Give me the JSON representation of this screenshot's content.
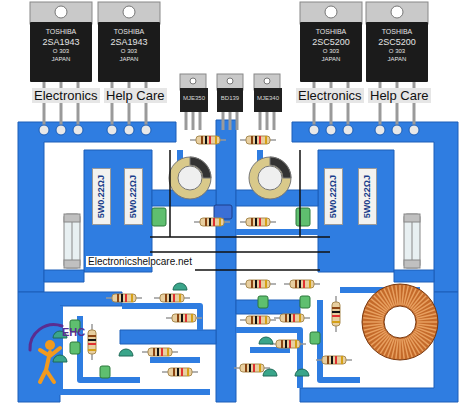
{
  "diagram": {
    "nodes": [
      {
        "text": [
          "TOSHIBA",
          "2SA1943",
          "O 303",
          "JAPAN"
        ]
      },
      {
        "text": [
          "TOSHIBA",
          "2SA1943",
          "O 303",
          "JAPAN"
        ]
      },
      {
        "text": [
          "TOSHIBA",
          "2SC5200",
          "O 303",
          "JAPAN"
        ]
      },
      {
        "text": [
          "TOSHIBA",
          "2SC5200",
          "O 303",
          "JAPAN"
        ]
      },
      {
        "text": [
          "MJE350"
        ]
      },
      {
        "text": [
          "BD139"
        ]
      },
      {
        "text": [
          "MJE340"
        ]
      },
      {
        "text": [
          "5W0.22ΩJ"
        ]
      },
      {
        "text": [
          "5W0.22ΩJ"
        ]
      },
      {
        "text": [
          "5W0.22ΩJ"
        ]
      },
      {
        "text": [
          "5W0.22ΩJ"
        ]
      }
    ],
    "labels": [
      "Electronics",
      "Help Care",
      "Electronics",
      "Help Care",
      "Electronicshelpcare.net",
      "EHC"
    ]
  }
}
